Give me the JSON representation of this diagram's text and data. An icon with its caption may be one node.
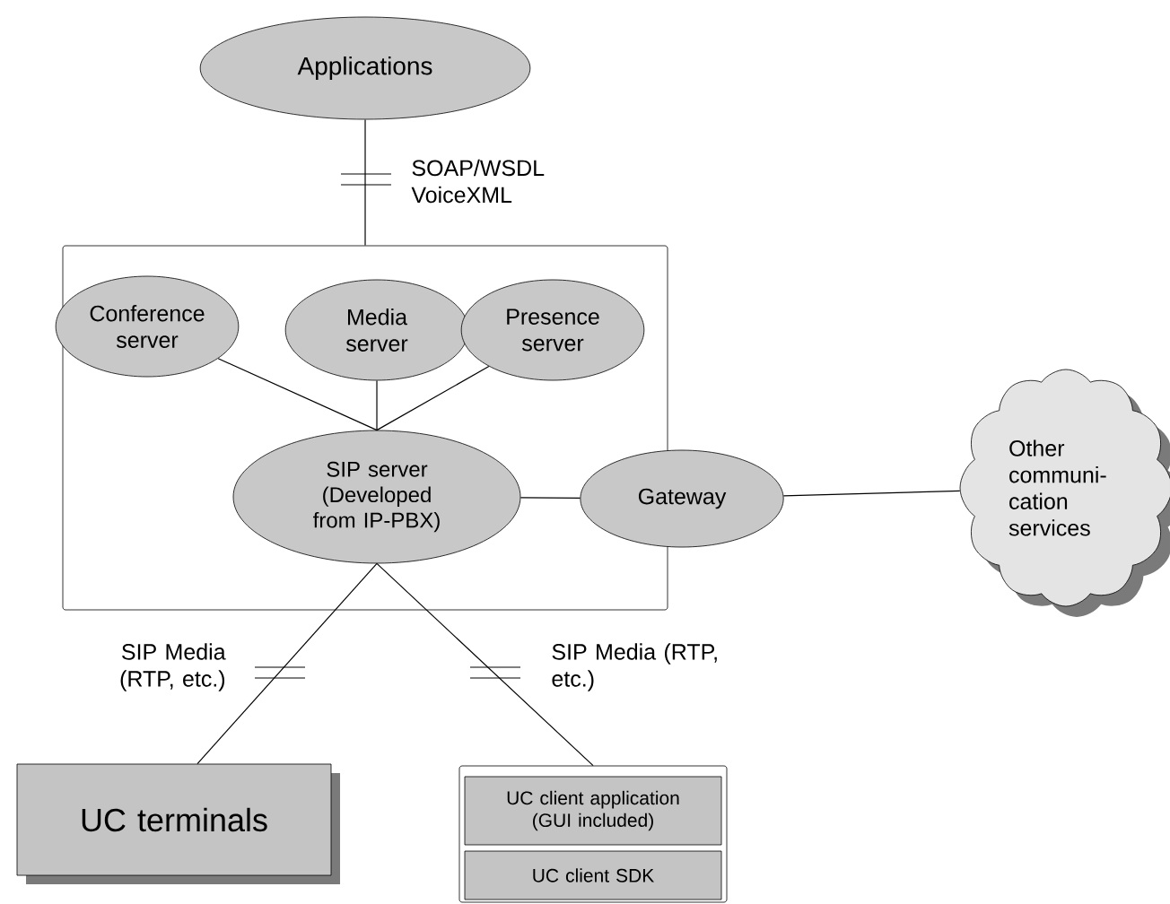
{
  "diagram": {
    "nodes": [
      {
        "text": [
          "Applications"
        ]
      },
      {
        "text": [],
        "shape": "box"
      },
      {
        "text": [
          "Conference server"
        ],
        "in": 1
      },
      {
        "text": [
          "Media server"
        ],
        "in": 1
      },
      {
        "text": [
          "Presence server"
        ],
        "in": 1
      },
      {
        "text": [
          "SIP server (Developed from IP-PBX)"
        ],
        "in": 1
      },
      {
        "text": [
          "Gateway"
        ]
      },
      {
        "text": [
          "Other communi- cation services"
        ]
      },
      {
        "text": [
          "UC terminals"
        ]
      },
      {
        "text": [],
        "shape": "box"
      },
      {
        "text": [
          "UC client application (GUI included)"
        ],
        "in": 9
      },
      {
        "text": [
          "UC client SDK"
        ],
        "in": 9
      }
    ],
    "edges": [
      {
        "from": 0,
        "to": 1,
        "arrow": "none",
        "label": "SOAP/WSDL VoiceXML"
      },
      {
        "from": 2,
        "to": 5,
        "arrow": "none"
      },
      {
        "from": 3,
        "to": 5,
        "arrow": "none"
      },
      {
        "from": 4,
        "to": 5,
        "arrow": "none"
      },
      {
        "from": 5,
        "to": 6,
        "arrow": "none"
      },
      {
        "from": 6,
        "to": 7,
        "arrow": "none"
      },
      {
        "from": 5,
        "to": 8,
        "arrow": "none",
        "label": "SIP Media (RTP, etc.)"
      },
      {
        "from": 5,
        "to": 9,
        "arrow": "none",
        "label": "SIP Media (RTP, etc.)"
      }
    ]
  }
}
